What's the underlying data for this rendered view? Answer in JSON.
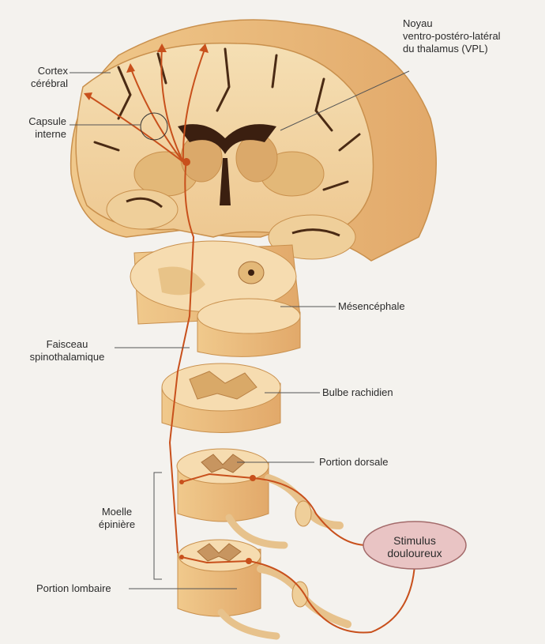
{
  "labels": {
    "noyau_line1": "Noyau",
    "noyau_line2": "ventro-postéro-latéral",
    "noyau_line3": "du thalamus (VPL)",
    "cortex_line1": "Cortex",
    "cortex_line2": "cérébral",
    "capsule_line1": "Capsule",
    "capsule_line2": "interne",
    "mesencephale": "Mésencéphale",
    "faisceau_line1": "Faisceau",
    "faisceau_line2": "spinothalamique",
    "bulbe": "Bulbe rachidien",
    "portion_dorsale": "Portion dorsale",
    "moelle_line1": "Moelle",
    "moelle_line2": "épinière",
    "stimulus_line1": "Stimulus",
    "stimulus_line2": "douloureux",
    "portion_lombaire": "Portion lombaire"
  },
  "colors": {
    "tissue": "#f3d7a7",
    "tissue_dark": "#e8b978",
    "grey_matter": "#d9a968",
    "outline": "#c9904d",
    "pathway": "#c8501c",
    "stimulus_fill": "#e9c4c4",
    "stimulus_stroke": "#a36a6a",
    "leader": "#555555"
  }
}
